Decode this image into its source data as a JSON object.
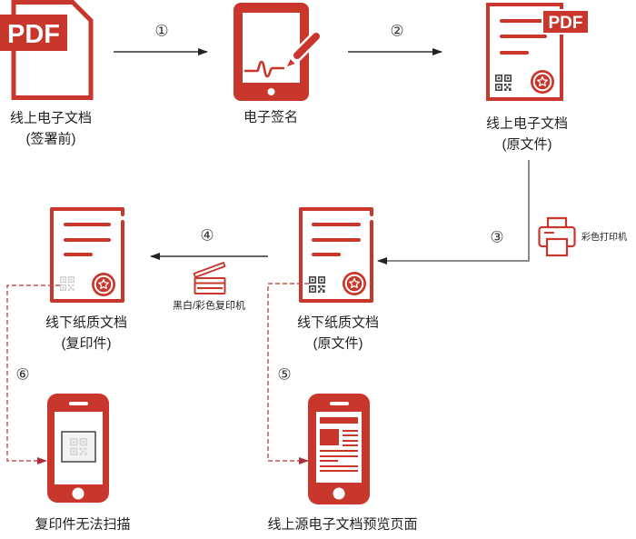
{
  "nodes": {
    "online_unsigned": {
      "title": "线上电子文档",
      "subtitle": "(签署前)",
      "tag": "PDF",
      "icon": "pdf-file-icon"
    },
    "e_signature": {
      "title": "电子签名",
      "icon": "tablet-signature-icon"
    },
    "online_original": {
      "title": "线上电子文档",
      "subtitle": "(原文件)",
      "tag": "PDF",
      "icon": "signed-pdf-document-icon"
    },
    "paper_original": {
      "title": "线下纸质文档",
      "subtitle": "(原文件)",
      "icon": "paper-document-icon"
    },
    "paper_copy": {
      "title": "线下纸质文档",
      "subtitle": "(复印件)",
      "icon": "paper-document-copy-icon"
    },
    "online_preview": {
      "title": "线上源电子文档预览页面",
      "icon": "phone-document-preview-icon"
    },
    "copy_scan_fail": {
      "title": "复印件无法扫描",
      "icon": "phone-qr-scan-icon"
    }
  },
  "steps": [
    "①",
    "②",
    "③",
    "④",
    "⑤",
    "⑥"
  ],
  "devices": {
    "color_printer": {
      "label": "彩色打印机",
      "icon": "printer-icon"
    },
    "copier": {
      "label": "黑白/彩色复印机",
      "icon": "copier-icon"
    }
  },
  "colors": {
    "accent": "#c9372c",
    "dashed_link": "#c0504d",
    "arrow": "#333333",
    "qr_dark": "#444444",
    "qr_faded": "#d2d2d2"
  }
}
